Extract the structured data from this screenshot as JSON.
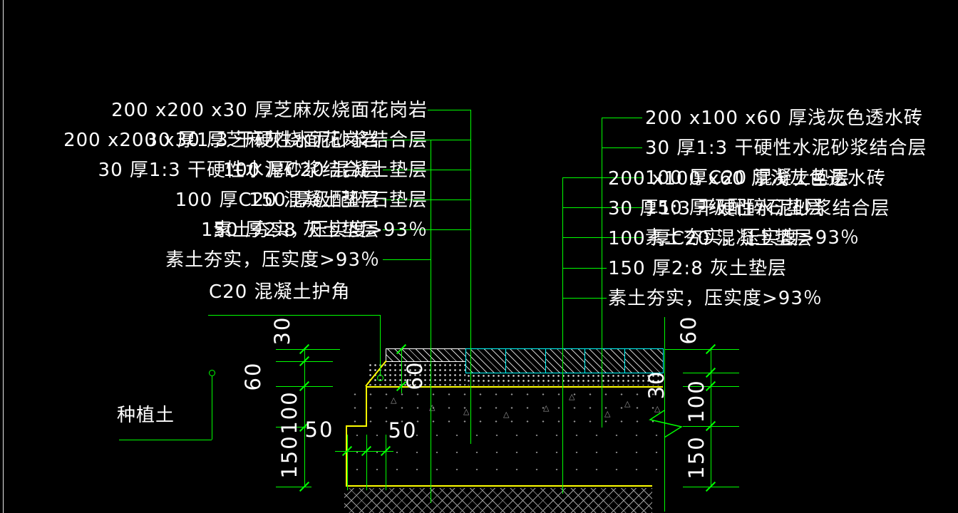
{
  "drawing": {
    "left_detail": {
      "layers_primary": [
        "200 x200 x30 厚芝麻灰烧面花岗岩",
        "30 厚1:3 干硬性水泥砂浆结合层",
        "100 厚C20 混凝土垫层",
        "150 厚级配碎石垫层",
        "素土夯实，压实度>93％"
      ],
      "layers_duplicate": [
        "200 x200 x30 厚芝麻灰烧面花岗岩",
        "30 厚1:3 干硬性水泥砂浆结合层",
        "100 厚C20 混凝土垫层",
        "150 厚2:8 灰土垫层",
        "素土夯实，压实度>93％"
      ],
      "corner_note": "C20 混凝土护角",
      "planting_note": "种植土"
    },
    "right_detail": {
      "layers_primary": [
        "200 x100 x60 厚浅灰色透水砖",
        "30 厚1:3 干硬性水泥砂浆结合层",
        "100 厚C20 混凝土垫层",
        "150 厚级配碎石垫层",
        "素土夯实，压实度>93％"
      ],
      "layers_duplicate": [
        "200 x100 x60 厚浅灰色透水砖",
        "30 厚1:3 干硬性水泥砂浆结合层",
        "100 厚C20 混凝土垫层",
        "150 厚2:8 灰土垫层",
        "素土夯实，压实度>93％"
      ]
    },
    "dimensions": {
      "left_chain": [
        "30",
        "60",
        "100",
        "150"
      ],
      "left_offsets": [
        "50",
        "50"
      ],
      "corner_height": "60",
      "right_chain": [
        "60",
        "30",
        "100",
        "150"
      ]
    },
    "symbols": {
      "aggregate_triangle": "△"
    },
    "colors": {
      "background": "#000000",
      "leader_line": "#00ff00",
      "brick_outline": "#00ffff",
      "concrete_outline": "#ffff00",
      "annotation_text": "#ffffff",
      "hatch": "#9a9a9a"
    }
  }
}
